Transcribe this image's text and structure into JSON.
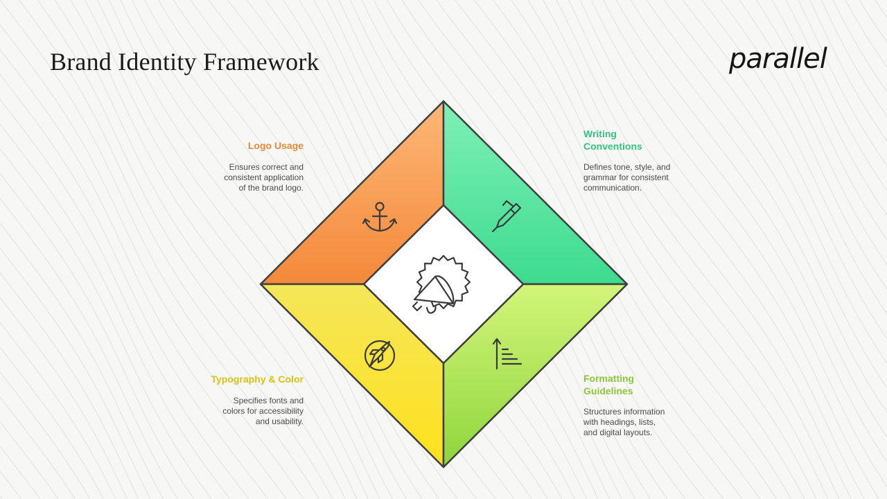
{
  "header": {
    "title": "Brand Identity Framework",
    "logo_text": "parallel"
  },
  "center": {
    "icon": "megaphone-badge-icon"
  },
  "quadrants": [
    {
      "title": "Logo Usage",
      "description": [
        "Ensures correct and",
        "consistent application",
        "of the brand logo."
      ],
      "icon": "anchor-icon",
      "color": "#f59a4a"
    },
    {
      "title": [
        "Writing",
        "Conventions"
      ],
      "description": [
        "Defines tone, style, and",
        "grammar for consistent",
        "communication."
      ],
      "icon": "pen-icon",
      "color": "#46df98"
    },
    {
      "title": "Typography & Color",
      "description": [
        "Specifies fonts and",
        "colors for accessibility",
        "and usability."
      ],
      "icon": "rocket-icon",
      "color": "#fbe23a"
    },
    {
      "title": [
        "Formatting",
        "Guidelines"
      ],
      "description": [
        "Structures information",
        "with headings, lists,",
        "and digital layouts."
      ],
      "icon": "sort-list-icon",
      "color": "#a6e050"
    }
  ],
  "colors": {
    "outline": "#3e3e3e",
    "center_fill": "#ffffff",
    "background": "#f7f7f6"
  }
}
